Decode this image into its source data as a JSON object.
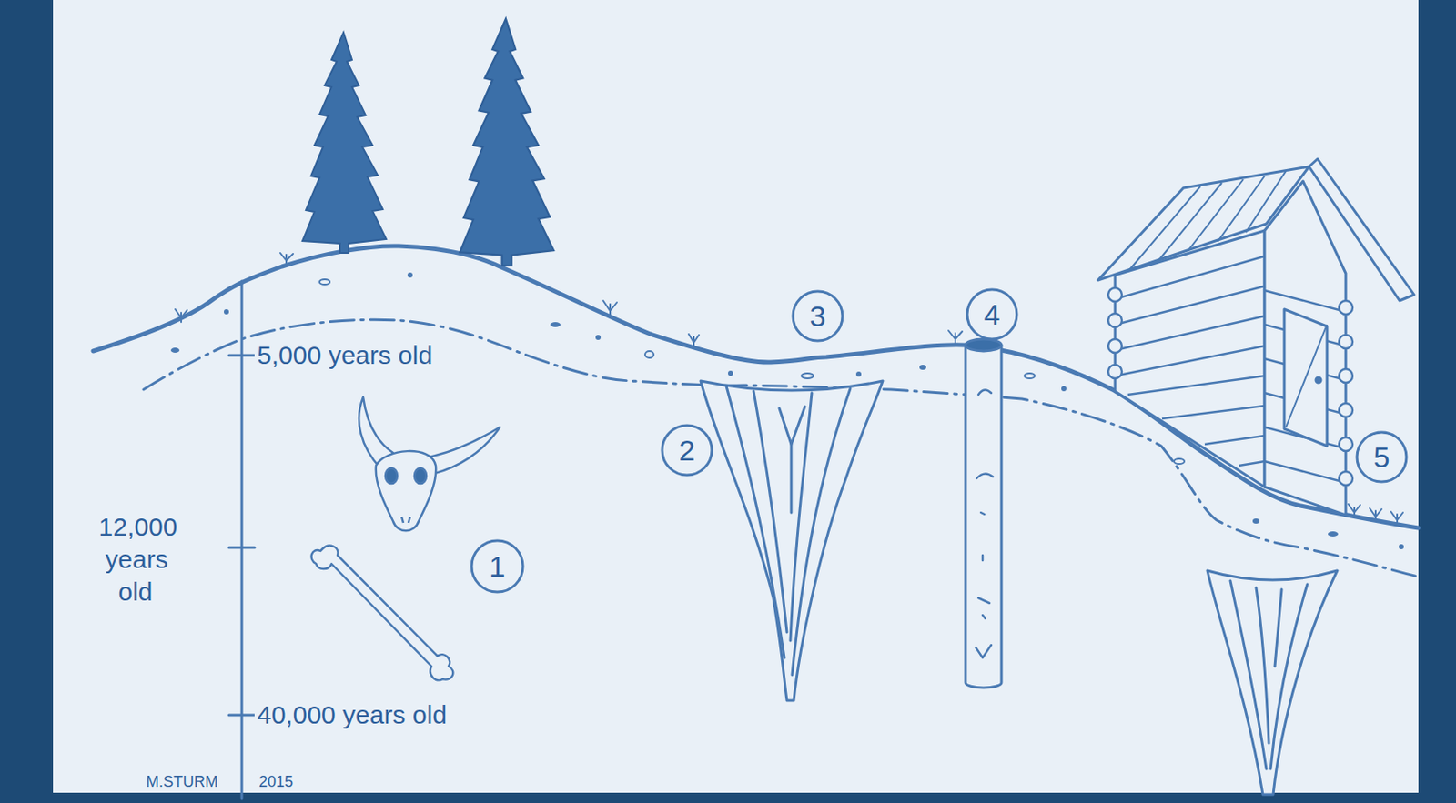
{
  "diagram": {
    "labels": [
      "5,000 years old",
      "12,000 years old",
      "40,000 years old",
      "1",
      "2",
      "3",
      "4",
      "5",
      "M.STURM",
      "2015"
    ]
  }
}
